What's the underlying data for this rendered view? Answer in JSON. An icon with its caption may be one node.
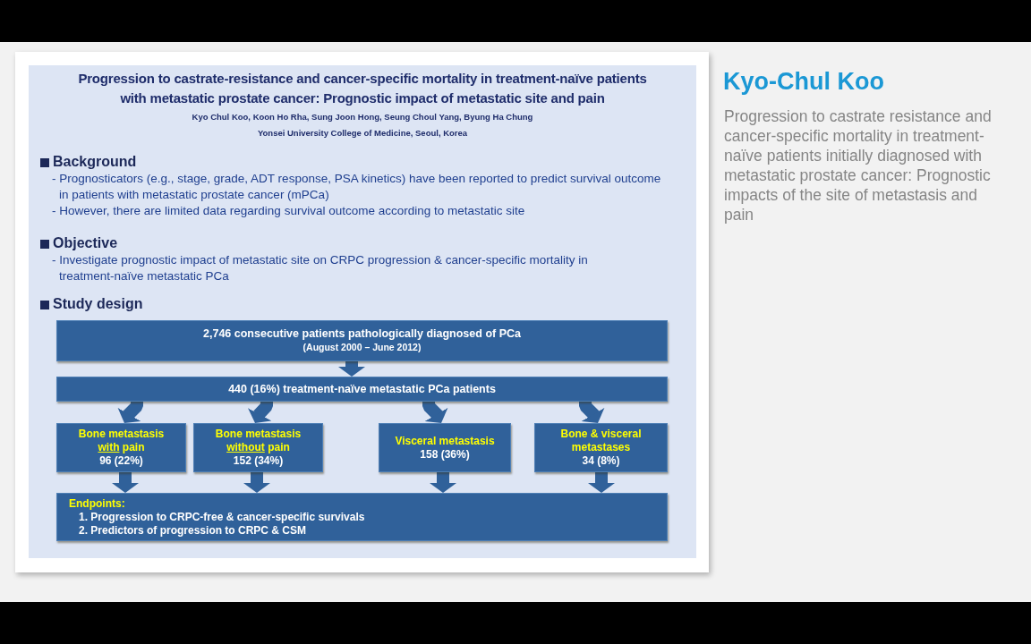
{
  "diagram": {
    "title": "Progression to castrate-resistance and cancer-specific mortality in treatment-naïve patients with metastatic prostate cancer: Prognostic impact of metastatic site and pain",
    "nodes": [
      {
        "text": [
          "2,746 consecutive patients pathologically diagnosed of PCa",
          "(August 2000 – June 2012)"
        ]
      },
      {
        "text": [
          "440 (16%) treatment-naïve metastatic PCa patients"
        ]
      },
      {
        "text": [
          "Bone metastasis *with* pain",
          "96 (22%)"
        ]
      },
      {
        "text": [
          "Bone metastasis *without* pain",
          "152 (34%)"
        ]
      },
      {
        "text": [
          "Visceral metastasis",
          "158 (36%)"
        ]
      },
      {
        "text": [
          "Bone & visceral metastases",
          "34 (8%)"
        ]
      },
      {
        "text": [
          "Endpoints:",
          "1. Progression to CRPC-free & cancer-specific survivals",
          "2. Predictors of progression to CRPC & CSM"
        ]
      }
    ],
    "edges": [
      {
        "from": 0,
        "to": 1,
        "arrow": "to"
      },
      {
        "from": 1,
        "to": 2,
        "arrow": "to"
      },
      {
        "from": 1,
        "to": 3,
        "arrow": "to"
      },
      {
        "from": 1,
        "to": 4,
        "arrow": "to"
      },
      {
        "from": 1,
        "to": 5,
        "arrow": "to"
      },
      {
        "from": 2,
        "to": 6,
        "arrow": "to"
      },
      {
        "from": 3,
        "to": 6,
        "arrow": "to"
      },
      {
        "from": 4,
        "to": 6,
        "arrow": "to"
      },
      {
        "from": 5,
        "to": 6,
        "arrow": "to"
      }
    ],
    "labels": [
      "Kyo Chul Koo, Koon Ho Rha, Sung Joon Hong, Seung Choul Yang, Byung Ha Chung",
      "Yonsei University College of Medicine, Seoul, Korea",
      "Background",
      "- Prognosticators (e.g., stage, grade, ADT response, PSA kinetics) have been reported to predict survival outcome in patients with metastatic prostate cancer (mPCa)",
      "- However, there are limited data regarding survival outcome according to metastatic site",
      "Objective",
      "- Investigate prognostic impact of metastatic site on CRPC progression & cancer-specific mortality in treatment-naïve metastatic PCa",
      "Study design",
      "Kyo-Chul Koo",
      "Progression to castrate resistance and cancer-specific mortality in treatment-naïve patients initially diagnosed with metastatic prostate cancer: Prognostic impacts of the site of metastasis and pain"
    ]
  }
}
